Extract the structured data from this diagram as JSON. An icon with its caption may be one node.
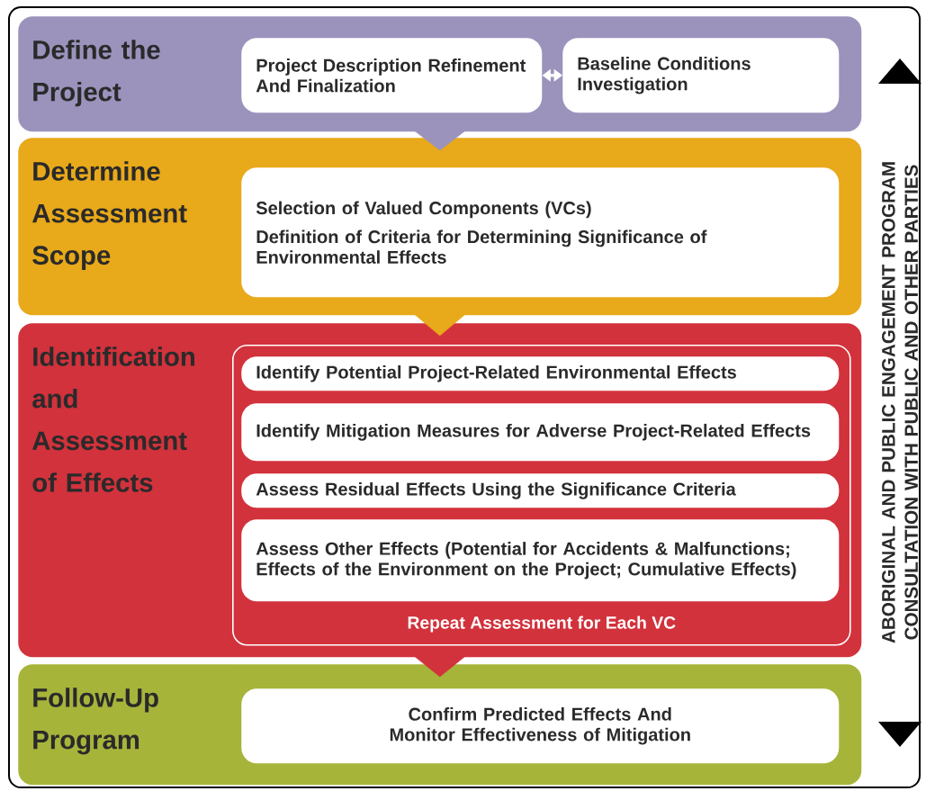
{
  "diagram": {
    "nodes": [
      {
        "text": [
          "Define the Project"
        ]
      },
      {
        "text": [
          "Project Description Refinement And Finalization"
        ],
        "in": 0
      },
      {
        "text": [
          "Baseline Conditions Investigation"
        ],
        "in": 0
      },
      {
        "text": [
          "Determine Assessment Scope"
        ]
      },
      {
        "text": [
          "Selection of Valued Components (VCs)",
          "Definition of Criteria for Determining Significance of Environmental Effects"
        ],
        "in": 3
      },
      {
        "text": [
          "Identification and Assessment of Effects"
        ]
      },
      {
        "text": [
          "Repeat Assessment for Each VC"
        ],
        "in": 5
      },
      {
        "text": [
          "Identify Potential Project-Related Environmental Effects"
        ],
        "in": 6
      },
      {
        "text": [
          "Identify Mitigation Measures for Adverse Project-Related Effects"
        ],
        "in": 6
      },
      {
        "text": [
          "Assess Residual Effects Using the Significance Criteria"
        ],
        "in": 6
      },
      {
        "text": [
          "Assess Other Effects (Potential for Accidents & Malfunctions; Effects of the Environment on the Project; Cumulative Effects)"
        ],
        "in": 6
      },
      {
        "text": [
          "Follow-Up Program"
        ]
      },
      {
        "text": [
          "Confirm Predicted Effects And Monitor Effectiveness of Mitigation"
        ],
        "in": 11
      }
    ],
    "edges": [
      {
        "from": 1,
        "to": 2,
        "arrow": "both"
      },
      {
        "from": 0,
        "to": 3,
        "arrow": "to"
      },
      {
        "from": 3,
        "to": 5,
        "arrow": "to"
      },
      {
        "from": 5,
        "to": 11,
        "arrow": "to"
      }
    ],
    "labels": [
      "ABORIGINAL AND PUBLIC ENGAGEMENT PROGRAM CONSULTATION WITH PUBLIC AND OTHER PARTIES"
    ]
  }
}
